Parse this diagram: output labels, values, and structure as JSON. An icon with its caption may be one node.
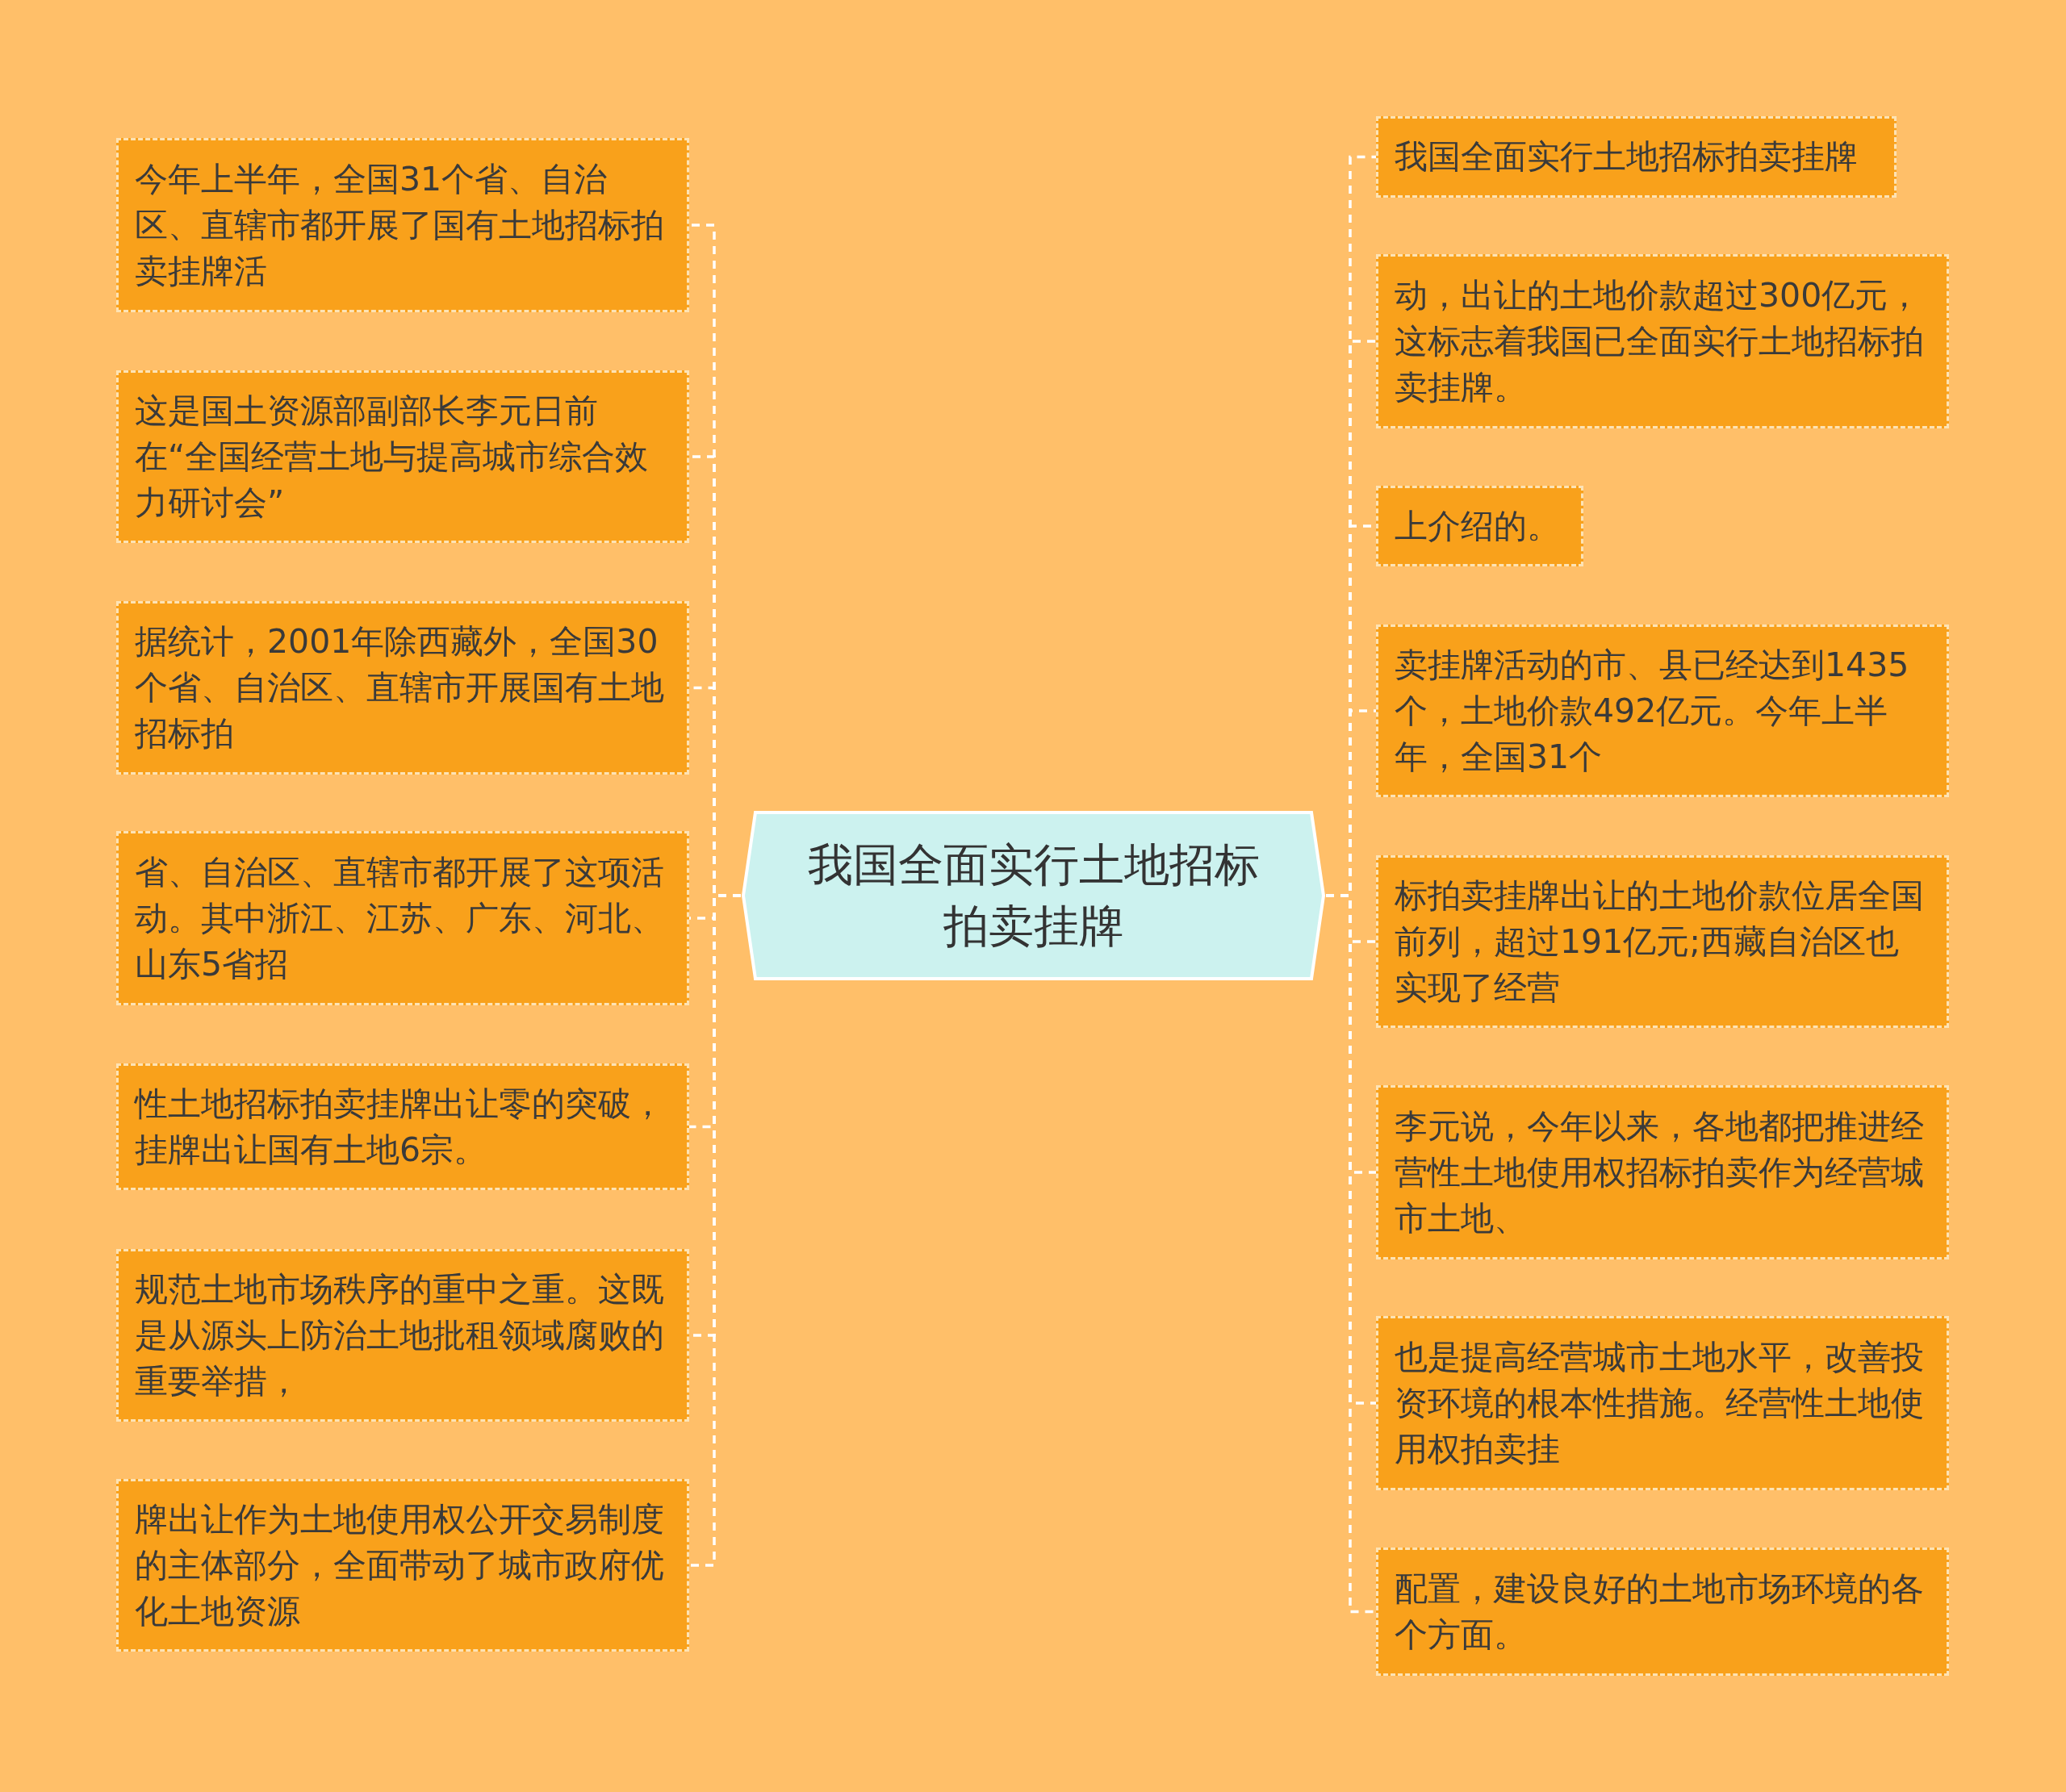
{
  "diagram": {
    "nodes": [
      {
        "text": [
          "我国全面实行土地招标拍卖挂牌"
        ]
      },
      {
        "text": [
          "今年上半年，全国31个省、自治区、直辖市都开展了国有土地招标拍卖挂牌活"
        ]
      },
      {
        "text": [
          "这是国土资源部副部长李元日前在“全国经营土地与提高城市综合效力研讨会”"
        ]
      },
      {
        "text": [
          "据统计，2001年除西藏外，全国30个省、自治区、直辖市开展国有土地招标拍"
        ]
      },
      {
        "text": [
          "省、自治区、直辖市都开展了这项活动。其中浙江、江苏、广东、河北、山东5省招"
        ]
      },
      {
        "text": [
          "性土地招标拍卖挂牌出让零的突破，挂牌出让国有土地6宗。"
        ]
      },
      {
        "text": [
          "规范土地市场秩序的重中之重。这既是从源头上防治土地批租领域腐败的重要举措，"
        ]
      },
      {
        "text": [
          "牌出让作为土地使用权公开交易制度的主体部分，全面带动了城市政府优化土地资源"
        ]
      },
      {
        "text": [
          "我国全面实行土地招标拍卖挂牌"
        ]
      },
      {
        "text": [
          "动，出让的土地价款超过300亿元，这标志着我国已全面实行土地招标拍卖挂牌。"
        ]
      },
      {
        "text": [
          "上介绍的。"
        ]
      },
      {
        "text": [
          "卖挂牌活动的市、县已经达到1435个，土地价款492亿元。今年上半年，全国31个"
        ]
      },
      {
        "text": [
          "标拍卖挂牌出让的土地价款位居全国前列，超过191亿元;西藏自治区也实现了经营"
        ]
      },
      {
        "text": [
          "李元说，今年以来，各地都把推进经营性土地使用权招标拍卖作为经营城市土地、"
        ]
      },
      {
        "text": [
          "也是提高经营城市土地水平，改善投资环境的根本性措施。经营性土地使用权拍卖挂"
        ]
      },
      {
        "text": [
          "配置，建设良好的土地市场环境的各个方面。"
        ]
      }
    ],
    "edges": [
      {
        "from": 0,
        "to": 1,
        "arrow": "none"
      },
      {
        "from": 0,
        "to": 2,
        "arrow": "none"
      },
      {
        "from": 0,
        "to": 3,
        "arrow": "none"
      },
      {
        "from": 0,
        "to": 4,
        "arrow": "none"
      },
      {
        "from": 0,
        "to": 5,
        "arrow": "none"
      },
      {
        "from": 0,
        "to": 6,
        "arrow": "none"
      },
      {
        "from": 0,
        "to": 7,
        "arrow": "none"
      },
      {
        "from": 0,
        "to": 8,
        "arrow": "none"
      },
      {
        "from": 0,
        "to": 9,
        "arrow": "none"
      },
      {
        "from": 0,
        "to": 10,
        "arrow": "none"
      },
      {
        "from": 0,
        "to": 11,
        "arrow": "none"
      },
      {
        "from": 0,
        "to": 12,
        "arrow": "none"
      },
      {
        "from": 0,
        "to": 13,
        "arrow": "none"
      },
      {
        "from": 0,
        "to": 14,
        "arrow": "none"
      },
      {
        "from": 0,
        "to": 15,
        "arrow": "none"
      }
    ]
  }
}
